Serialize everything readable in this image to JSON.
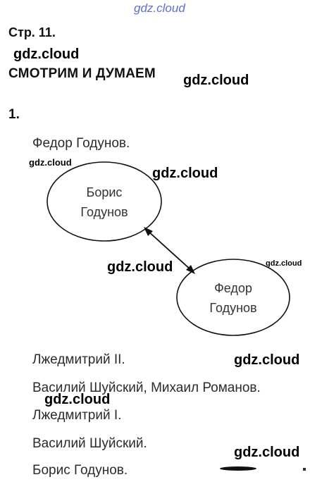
{
  "header": {
    "page_number": "Стр. 11.",
    "section_title": "СМОТРИМ И ДУМАЕМ"
  },
  "task": {
    "number": "1."
  },
  "answers": [
    "Федор Годунов.",
    "Лжедмитрий II.",
    "Василий Шуйский, Михаил Романов.",
    "Лжедмитрий I.",
    "Василий Шуйский.",
    "Борис Годунов."
  ],
  "diagram": {
    "node_left": {
      "line1": "Борис",
      "line2": "Годунов"
    },
    "node_right": {
      "line1": "Федор",
      "line2": "Годунов"
    }
  },
  "watermarks": {
    "text": "gdz.cloud"
  }
}
